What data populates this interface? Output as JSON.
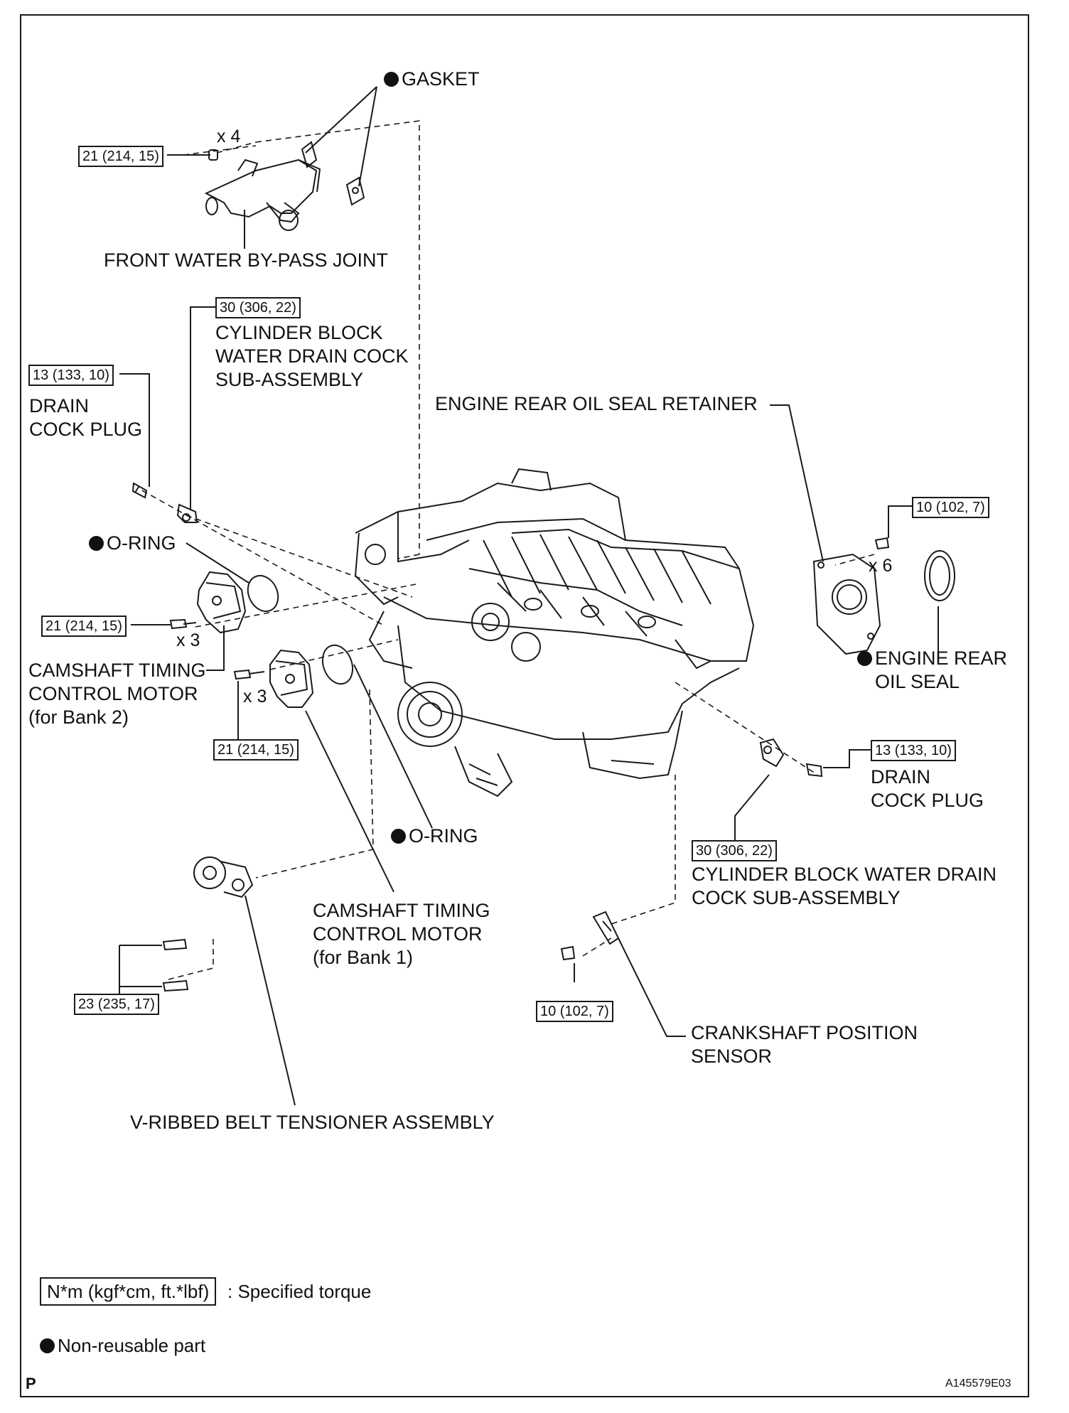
{
  "labels": {
    "gasket": "GASKET",
    "front_water_bypass": "FRONT WATER BY-PASS JOINT",
    "cyl_drain_cock_top": [
      "CYLINDER BLOCK",
      "WATER DRAIN COCK",
      "SUB-ASSEMBLY"
    ],
    "drain_cock_plug_left": [
      "DRAIN",
      "COCK PLUG"
    ],
    "engine_rear_oil_seal_retainer": "ENGINE REAR OIL SEAL RETAINER",
    "o_ring_upper": "O-RING",
    "camshaft_motor_bank2": [
      "CAMSHAFT TIMING",
      "CONTROL MOTOR",
      "(for Bank 2)"
    ],
    "engine_rear_oil_seal": [
      "ENGINE REAR",
      "OIL SEAL"
    ],
    "drain_cock_plug_right": [
      "DRAIN",
      "COCK PLUG"
    ],
    "o_ring_lower": "O-RING",
    "cyl_drain_cock_right": [
      "CYLINDER BLOCK WATER DRAIN",
      "COCK SUB-ASSEMBLY"
    ],
    "camshaft_motor_bank1": [
      "CAMSHAFT TIMING",
      "CONTROL MOTOR",
      "(for Bank 1)"
    ],
    "crankshaft_sensor": [
      "CRANKSHAFT POSITION",
      "SENSOR"
    ],
    "v_ribbed_tensioner": "V-RIBBED BELT TENSIONER ASSEMBLY"
  },
  "torques": {
    "bypass_joint": "21 (214, 15)",
    "drain_cock_top": "30 (306, 22)",
    "drain_plug_left": "13 (133, 10)",
    "rear_retainer": "10 (102, 7)",
    "bank2_motor": "21 (214, 15)",
    "bank1_motor": "21 (214, 15)",
    "drain_plug_right": "13 (133, 10)",
    "drain_cock_right": "30 (306, 22)",
    "tensioner": "23 (235, 17)",
    "crank_sensor": "10 (102, 7)"
  },
  "quantities": {
    "bypass_nuts": "x 4",
    "retainer_bolts": "x 6",
    "bank2_bolts": "x 3",
    "bank1_bolts": "x 3"
  },
  "legend": {
    "torque_box": "N*m (kgf*cm, ft.*lbf)",
    "torque_desc": ": Specified torque",
    "nonreusable": "Non-reusable part"
  },
  "corner_mark": "P",
  "figure_id": "A145579E03"
}
